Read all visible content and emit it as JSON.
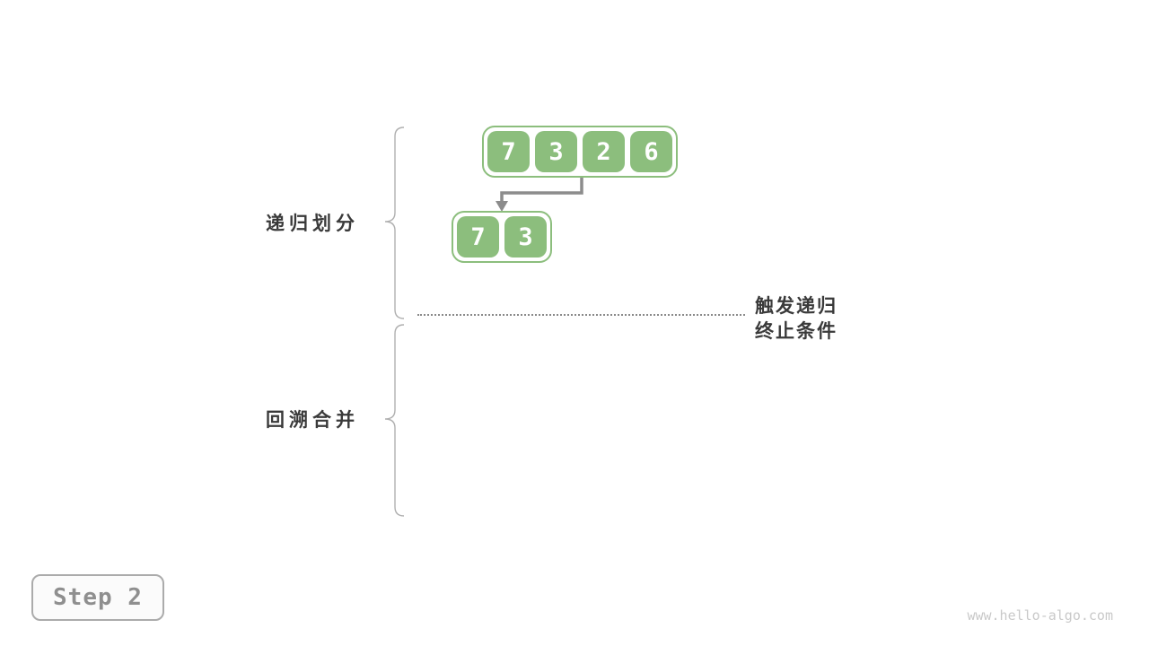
{
  "diagram": {
    "phases": [
      {
        "label": "递归划分"
      },
      {
        "label": "回溯合并"
      }
    ],
    "arrays": {
      "top": {
        "values": [
          "7",
          "3",
          "2",
          "6"
        ]
      },
      "sub": {
        "values": [
          "7",
          "3"
        ]
      }
    },
    "annotation": {
      "line1": "触发递归",
      "line2": "终止条件"
    },
    "step_badge": {
      "label": "Step 2"
    },
    "watermark": {
      "text": "www.hello-algo.com"
    },
    "colors": {
      "cell_green": "#8cbe7d",
      "cell_text": "#ffffff",
      "label_text": "#3a3a3a",
      "arrow_gray": "#8c8c8c",
      "brace_gray": "#b0b0b0",
      "dotted_gray": "#8a8a8a",
      "badge_text": "#8f8f8f",
      "badge_border": "#ababab",
      "watermark_gray": "#c9c9c9"
    }
  }
}
